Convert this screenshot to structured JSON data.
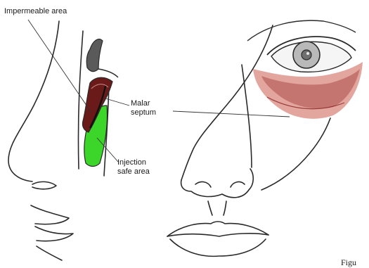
{
  "labels": {
    "impermeable_area": "Impermeable area",
    "malar_septum_line1": "Malar",
    "malar_septum_line2": "septum",
    "injection_line1": "Injection",
    "injection_line2": "safe area",
    "figure_caption": "Figu"
  },
  "colors": {
    "pencil": "#2a2a2a",
    "safe_area": "#3cd52a",
    "septum_red": "#c0392b",
    "impermeable": "#6b1a1a"
  }
}
